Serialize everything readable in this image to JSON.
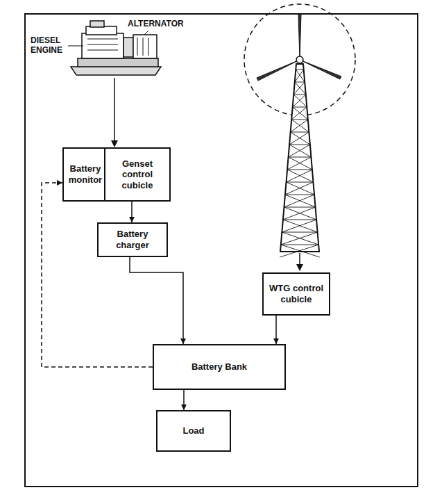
{
  "diagram": {
    "nodes": [
      {
        "text": [
          "Battery monitor"
        ]
      },
      {
        "text": [
          "Genset control cubicle"
        ]
      },
      {
        "text": [
          "Battery charger"
        ]
      },
      {
        "text": [
          "WTG control cubicle"
        ]
      },
      {
        "text": [
          "Battery Bank"
        ]
      },
      {
        "text": [
          "Load"
        ]
      }
    ],
    "edges": [
      {
        "from": 1,
        "to": 2,
        "arrow": "to"
      },
      {
        "from": 2,
        "to": 4,
        "arrow": "to"
      },
      {
        "from": 3,
        "to": 4,
        "arrow": "to"
      },
      {
        "from": 4,
        "to": 5,
        "arrow": "to"
      },
      {
        "from": 4,
        "to": 0,
        "arrow": "to"
      }
    ],
    "labels": [
      "DIESEL ENGINE",
      "ALTERNATOR"
    ]
  }
}
